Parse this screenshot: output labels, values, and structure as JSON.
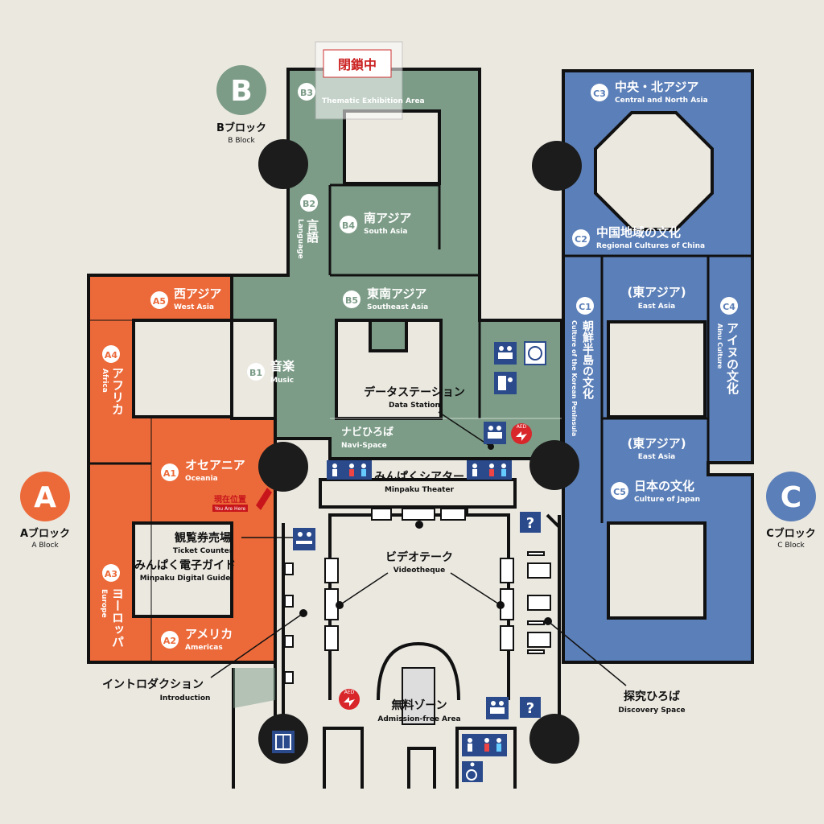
{
  "blocks": {
    "a": {
      "letter": "A",
      "name_jp": "Aブロック",
      "name_en": "A Block"
    },
    "b": {
      "letter": "B",
      "name_jp": "Bブロック",
      "name_en": "B Block"
    },
    "c": {
      "letter": "C",
      "name_jp": "Cブロック",
      "name_en": "C Block"
    }
  },
  "colors": {
    "a": "#ec6a3a",
    "b": "#7c9c87",
    "c": "#5b7fb8",
    "outline": "#111111",
    "floor": "#ebe8e0",
    "sign": "#2a4a8c",
    "aed": "#d8262a"
  },
  "closed_sign": "閉鎖中",
  "areas": {
    "a5": {
      "code": "A5",
      "jp": "西アジア",
      "en": "West Asia"
    },
    "a4": {
      "code": "A4",
      "jp": "アフリカ",
      "en": "Africa"
    },
    "a1": {
      "code": "A1",
      "jp": "オセアニア",
      "en": "Oceania"
    },
    "a3": {
      "code": "A3",
      "jp": "ヨーロッパ",
      "en": "Europe"
    },
    "a2": {
      "code": "A2",
      "jp": "アメリカ",
      "en": "Americas"
    },
    "b3": {
      "code": "B3",
      "jp": "",
      "en": "Thematic Exhibition Area"
    },
    "b2": {
      "code": "B2",
      "jp": "言語",
      "en": "Language"
    },
    "b4": {
      "code": "B4",
      "jp": "南アジア",
      "en": "South Asia"
    },
    "b5": {
      "code": "B5",
      "jp": "東南アジア",
      "en": "Southeast Asia"
    },
    "b1": {
      "code": "B1",
      "jp": "音楽",
      "en": "Music"
    },
    "c3": {
      "code": "C3",
      "jp": "中央・北アジア",
      "en": "Central and North Asia"
    },
    "c2": {
      "code": "C2",
      "jp": "中国地域の文化",
      "en": "Regional Cultures of China"
    },
    "c1": {
      "code": "C1",
      "jp": "朝鮮半島の文化",
      "en": "Culture of the Korean Peninsula"
    },
    "c4": {
      "code": "C4",
      "jp": "アイヌの文化",
      "en": "Ainu Culture"
    },
    "c5": {
      "code": "C5",
      "jp": "日本の文化",
      "en": "Culture of Japan"
    },
    "east_asia_1": {
      "jp": "(東アジア)",
      "en": "East Asia"
    },
    "east_asia_2": {
      "jp": "(東アジア)",
      "en": "East Asia"
    }
  },
  "places": {
    "data_station": {
      "jp": "データステーション",
      "en": "Data Station"
    },
    "navi_space": {
      "jp": "ナビひろば",
      "en": "Navi-Space"
    },
    "theater": {
      "jp": "みんぱくシアター",
      "en": "Minpaku Theater"
    },
    "videotheque": {
      "jp": "ビデオテーク",
      "en": "Videotheque"
    },
    "ticket_counter": {
      "jp": "観覧券売場",
      "en": "Ticket Counter"
    },
    "digital_guide": {
      "jp": "みんぱく電子ガイド",
      "en": "Minpaku Digital Guide"
    },
    "introduction": {
      "jp": "イントロダクション",
      "en": "Introduction"
    },
    "free_zone": {
      "jp": "無料ゾーン",
      "en": "Admission-free Area"
    },
    "discovery": {
      "jp": "探究ひろば",
      "en": "Discovery Space"
    }
  },
  "you_are_here": {
    "jp": "現在位置",
    "en": "You Are Here"
  },
  "icons": {
    "aed": "AED",
    "question": "?"
  }
}
